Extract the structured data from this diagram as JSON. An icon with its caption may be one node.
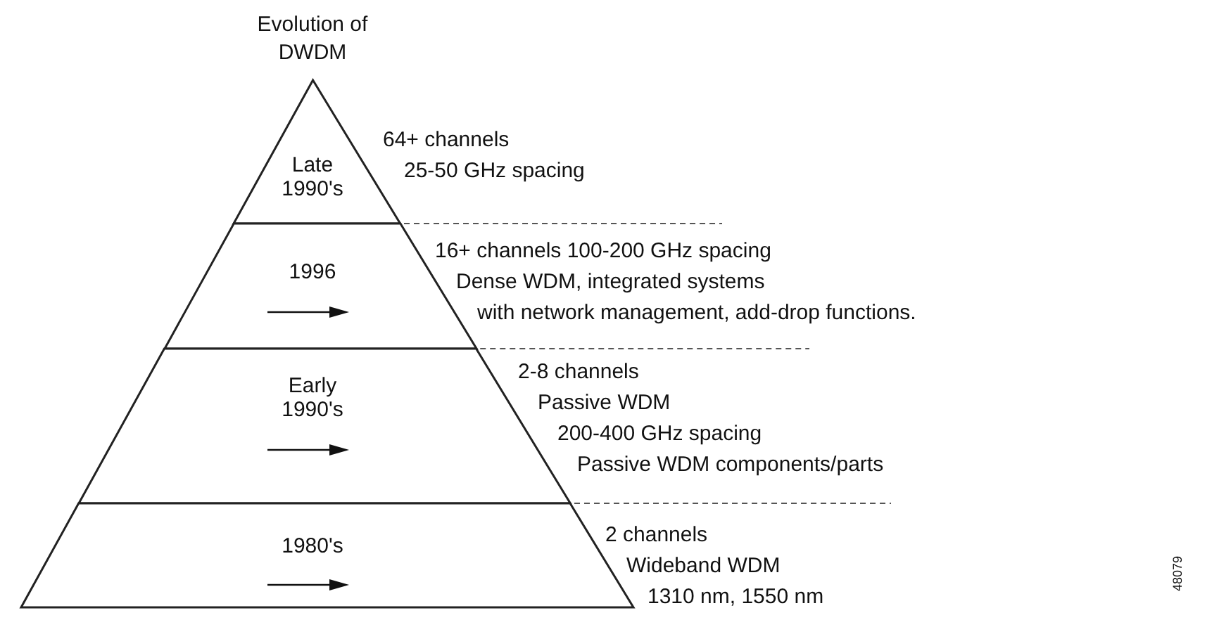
{
  "diagram": {
    "title": "Evolution of DWDM",
    "nodes": [
      {
        "text": [
          "Late 1990's"
        ],
        "beside": [
          "64+ channels",
          "25-50 GHz spacing"
        ]
      },
      {
        "text": [
          "1996"
        ],
        "beside": [
          "16+ channels 100-200 GHz spacing",
          "Dense WDM, integrated systems",
          "with network management, add-drop functions."
        ]
      },
      {
        "text": [
          "Early 1990's"
        ],
        "beside": [
          "2-8 channels",
          "Passive WDM",
          "200-400 GHz spacing",
          "Passive WDM components/parts"
        ]
      },
      {
        "text": [
          "1980's"
        ],
        "beside": [
          "2 channels",
          "Wideband WDM",
          "1310 nm, 1550 nm"
        ]
      }
    ],
    "labels": [
      "48079"
    ]
  }
}
